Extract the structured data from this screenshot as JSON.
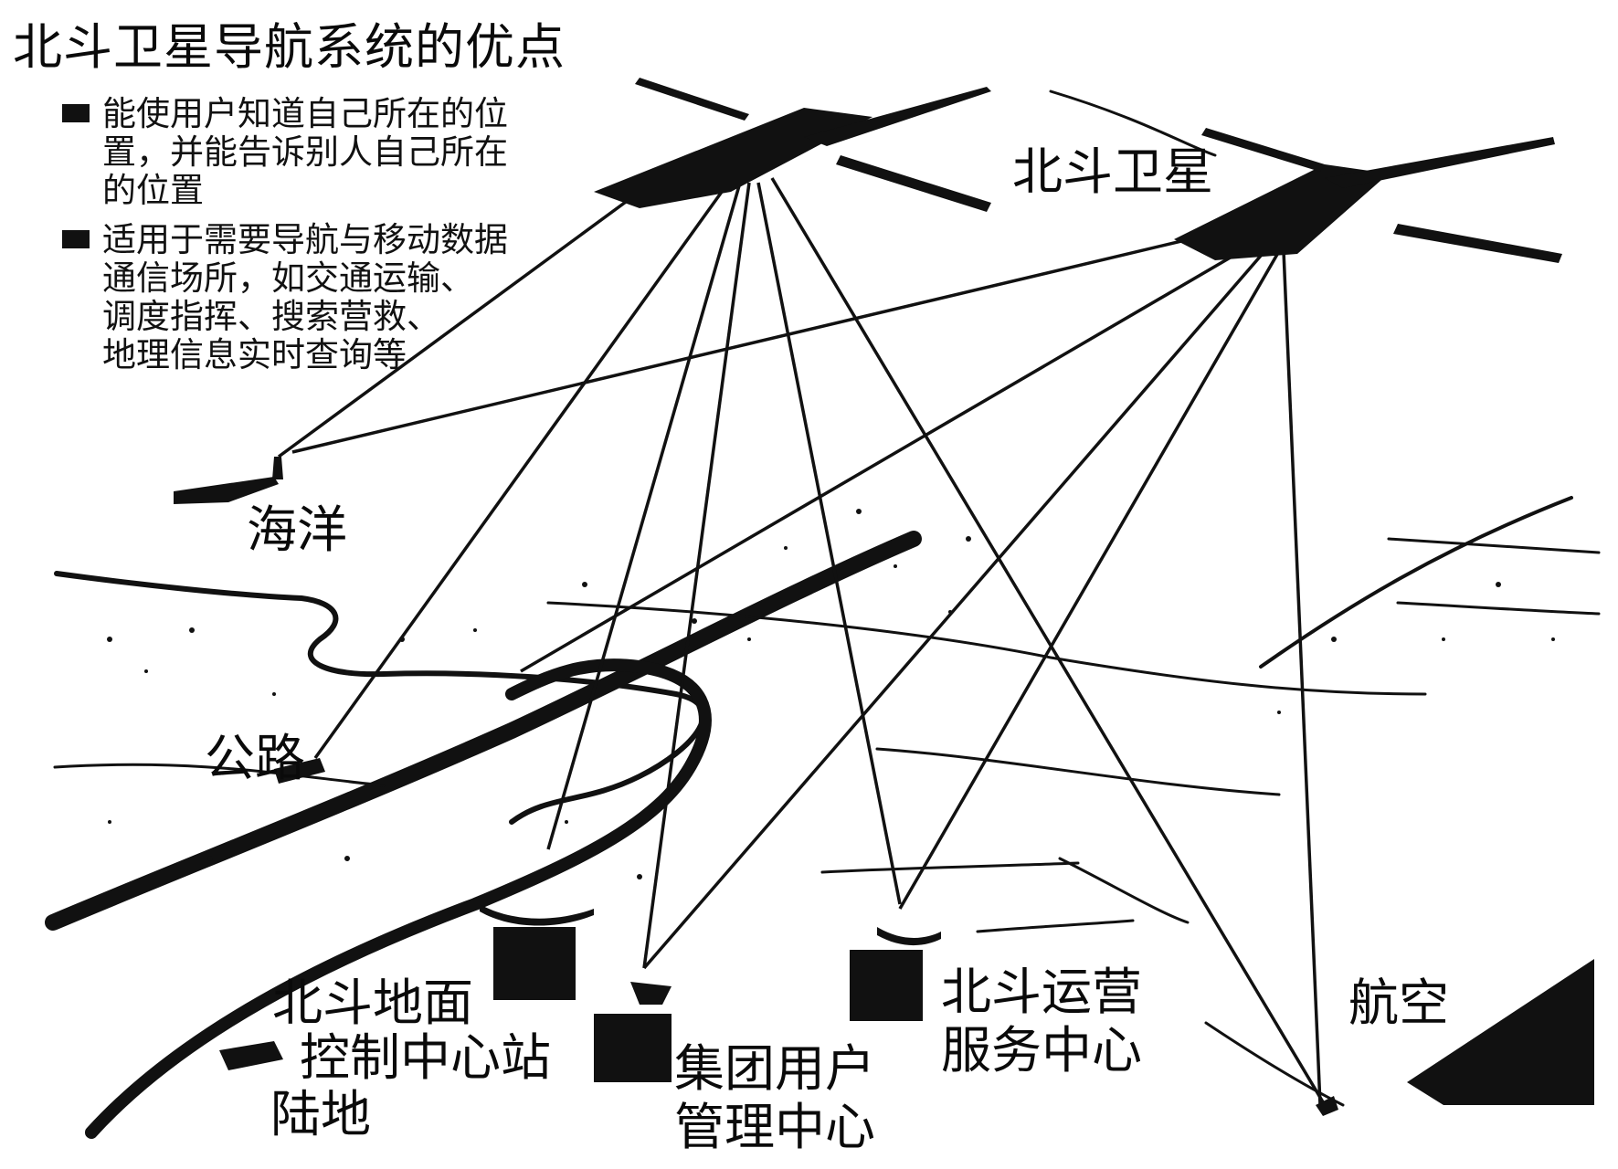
{
  "title": "北斗卫星导航系统的优点",
  "advantages": [
    {
      "lines": [
        "能使用户知道自己所在的位",
        "置，并能告诉别人自己所在",
        "的位置"
      ]
    },
    {
      "lines": [
        "适用于需要导航与移动数据",
        "通信场所，如交通运输、",
        "调度指挥、搜索营救、",
        "地理信息实时查询等"
      ]
    }
  ],
  "labels": {
    "satellite": "北斗卫星",
    "ocean": "海洋",
    "road": "公路",
    "ground_station_line1": "北斗地面",
    "ground_station_line2": "控制中心站",
    "land": "陆地",
    "group_user_line1": "集团用户",
    "group_user_line2": "管理中心",
    "operation_line1": "北斗运营",
    "operation_line2": "服务中心",
    "aviation": "航空"
  }
}
